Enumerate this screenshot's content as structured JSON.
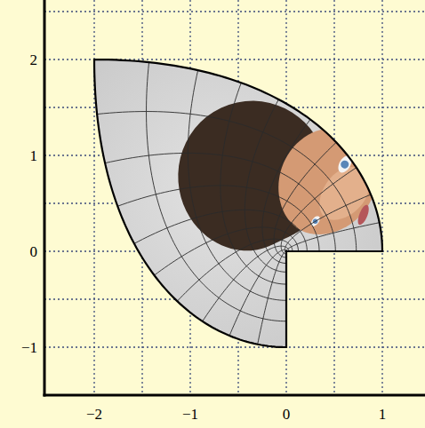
{
  "diagram": {
    "labels": [
      "2",
      "1",
      "0",
      "−1",
      "−2",
      "−1",
      "0",
      "1"
    ]
  }
}
